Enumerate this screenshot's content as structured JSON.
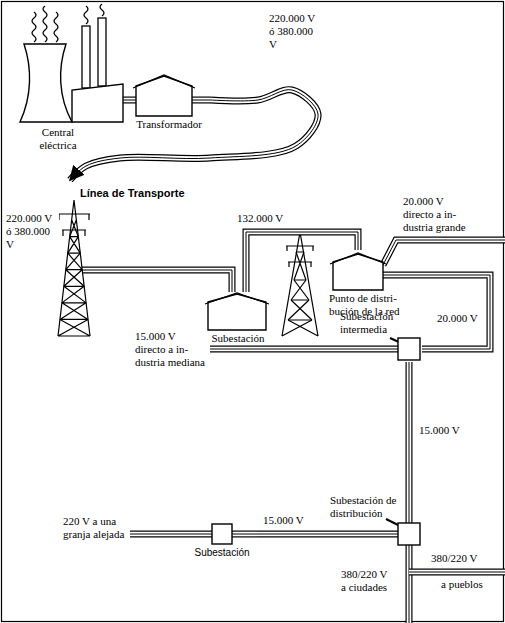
{
  "diagram": {
    "nodes": [
      {
        "text": [
          "Central eléctrica"
        ]
      },
      {
        "text": [
          "Transformador"
        ]
      },
      {
        "text": [
          "Línea de Transporte"
        ]
      },
      {
        "text": [
          "Subestación"
        ]
      },
      {
        "text": [
          "Punto de distri- bución de la red"
        ]
      },
      {
        "text": [
          "Subestación intermedia"
        ]
      },
      {
        "text": [
          "Subestación de distribución"
        ]
      },
      {
        "text": [
          "Subestación"
        ]
      }
    ],
    "edges": [
      {
        "from": 0,
        "to": 1,
        "arrow": "none"
      },
      {
        "from": 1,
        "to": 2,
        "arrow": "to"
      },
      {
        "from": 2,
        "to": 3,
        "arrow": "none"
      },
      {
        "from": 3,
        "to": 4,
        "label": "132.000 V",
        "arrow": "none"
      },
      {
        "from": 4,
        "to": 5,
        "label": "20.000 V",
        "arrow": "none"
      },
      {
        "from": 5,
        "to": 6,
        "label": "15.000 V",
        "arrow": "none"
      },
      {
        "from": 6,
        "to": 7,
        "label": "15.000 V",
        "arrow": "none"
      }
    ],
    "labels": [
      "220.000 V ó 380.000 V",
      "220.000 V ó 380.000 V",
      "20.000 V directo a in- dustria grande",
      "15.000 V directo a in- dustria mediana",
      "220 V a una granja alejada",
      "380/220 V a ciudades",
      "380/220 V",
      "a pueblos"
    ]
  }
}
